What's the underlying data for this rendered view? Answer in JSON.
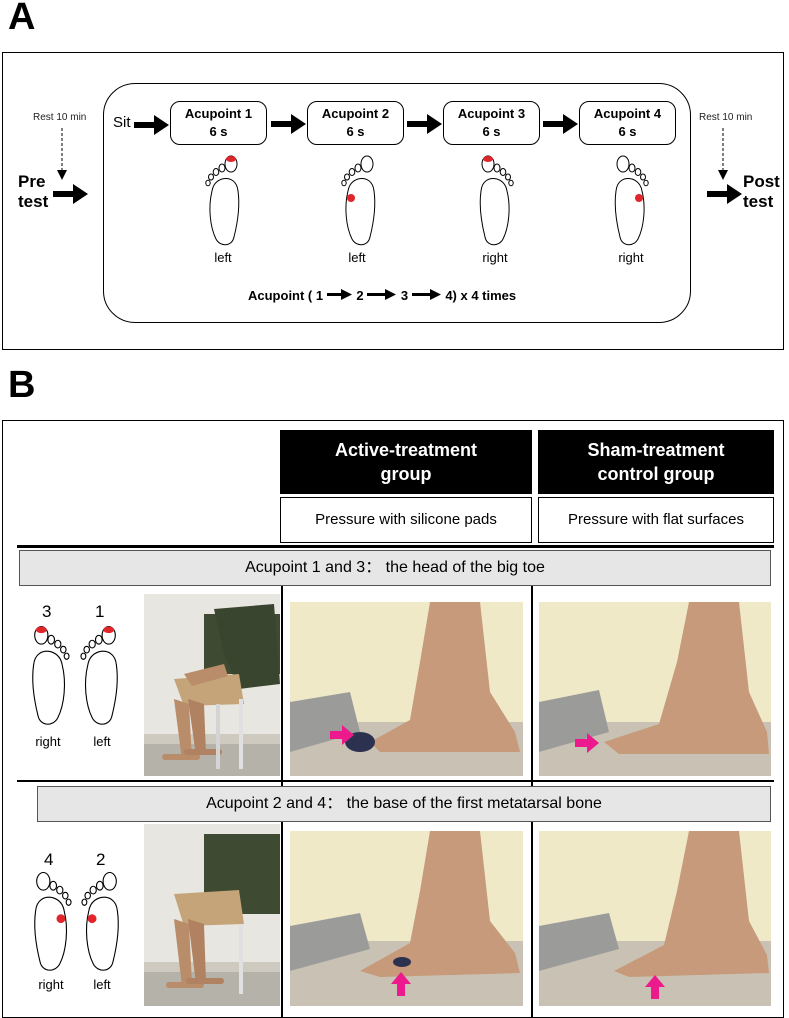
{
  "panel_a": {
    "letter": "A",
    "rest_left": "Rest 10 min",
    "rest_right": "Rest 10 min",
    "pre_test_1": "Pre",
    "pre_test_2": "test",
    "post_test_1": "Post",
    "post_test_2": "test",
    "sit": "Sit",
    "steps": [
      {
        "title": "Acupoint 1",
        "time": "6 s",
        "side": "left"
      },
      {
        "title": "Acupoint 2",
        "time": "6 s",
        "side": "left"
      },
      {
        "title": "Acupoint 3",
        "time": "6 s",
        "side": "right"
      },
      {
        "title": "Acupoint 4",
        "time": "6 s",
        "side": "right"
      }
    ],
    "sequence_prefix": "Acupoint ( 1",
    "sequence_n2": "2",
    "sequence_n3": "3",
    "sequence_suffix": "4)  x 4 times"
  },
  "panel_b": {
    "letter": "B",
    "col_active_title": "Active-treatment group",
    "col_sham_title": "Sham-treatment control group",
    "col_active_desc": "Pressure with silicone pads",
    "col_sham_desc": "Pressure with flat surfaces",
    "row1_label": "Acupoint 1 and 3： the head of the big toe",
    "row2_label": "Acupoint 2 and 4：  the base of the first metatarsal bone",
    "row1_numbers": [
      "3",
      "1"
    ],
    "row2_numbers": [
      "4",
      "2"
    ],
    "foot_sides": [
      "right",
      "left"
    ]
  },
  "colors": {
    "acupoint_dot": "#e0262a",
    "pointer_arrow": "#ec1a8c",
    "header_black": "#000000",
    "bar_grey": "#e6e6e6"
  }
}
